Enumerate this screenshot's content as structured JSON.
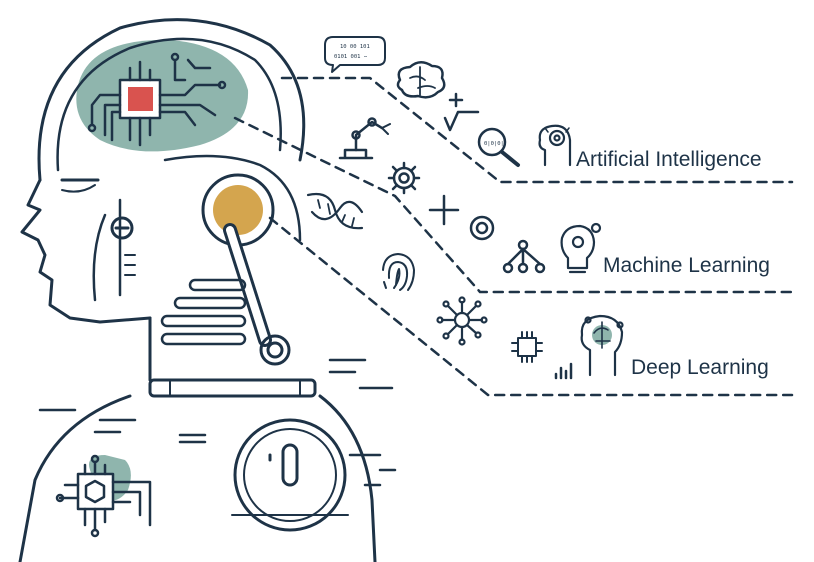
{
  "labels": {
    "ai": "Artificial Intelligence",
    "ml": "Machine Learning",
    "dl": "Deep Learning"
  },
  "speech_bubble": {
    "line1": "10 00 101",
    "line2": "0101 001 ⋯"
  },
  "binary_in_lens": "0|0|0|",
  "colors": {
    "outline": "#1e3347",
    "accent_teal": "#8fb5ad",
    "accent_red": "#d9534f",
    "accent_gold": "#d4a54e",
    "background": "#ffffff"
  },
  "icons": [
    "brain-icon",
    "math-symbols-icon",
    "robot-arm-icon",
    "magnifier-icon",
    "ai-head-icon",
    "gear-icon",
    "plus-icon",
    "dna-icon",
    "target-icon",
    "network-tree-icon",
    "lightbulb-gear-icon",
    "fingerprint-icon",
    "neural-network-icon",
    "chip-icon",
    "bar-chart-icon",
    "brain-head-icon"
  ]
}
